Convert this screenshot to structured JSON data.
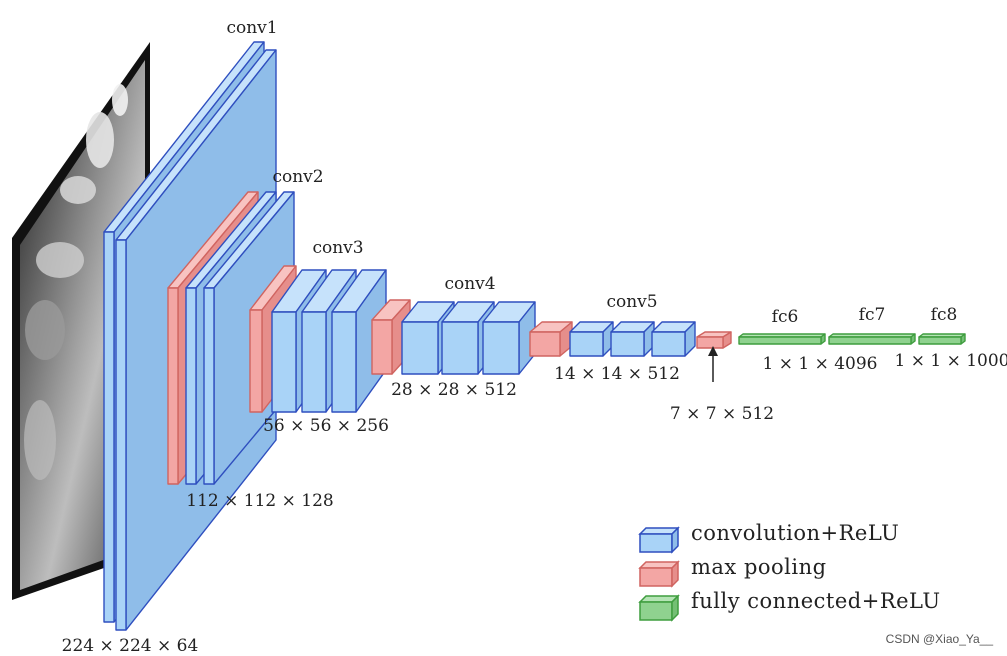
{
  "colors": {
    "conv": "#a9d3f7",
    "conv_edge": "#2f4fbf",
    "conv_side": "#8fbde9",
    "pool": "#f3a6a4",
    "pool_edge": "#d06460",
    "fc": "#8fd28f",
    "fc_edge": "#3f9d3f"
  },
  "layers": {
    "conv1": "conv1",
    "conv2": "conv2",
    "conv3": "conv3",
    "conv4": "conv4",
    "conv5": "conv5",
    "fc6": "fc6",
    "fc7": "fc7",
    "fc8": "fc8"
  },
  "dims": {
    "d224": "224 × 224 × 64",
    "d112": "112 × 112 × 128",
    "d56": "56 × 56 × 256",
    "d28": "28 × 28 × 512",
    "d14": "14 × 14 × 512",
    "d7": "7 × 7 × 512",
    "d4096": "1 × 1 × 4096",
    "d1000": "1 × 1 × 1000"
  },
  "legend": {
    "conv": "convolution+ReLU",
    "pool": "max pooling",
    "fc": "fully connected+ReLU"
  },
  "watermark": "CSDN @Xiao_Ya__"
}
